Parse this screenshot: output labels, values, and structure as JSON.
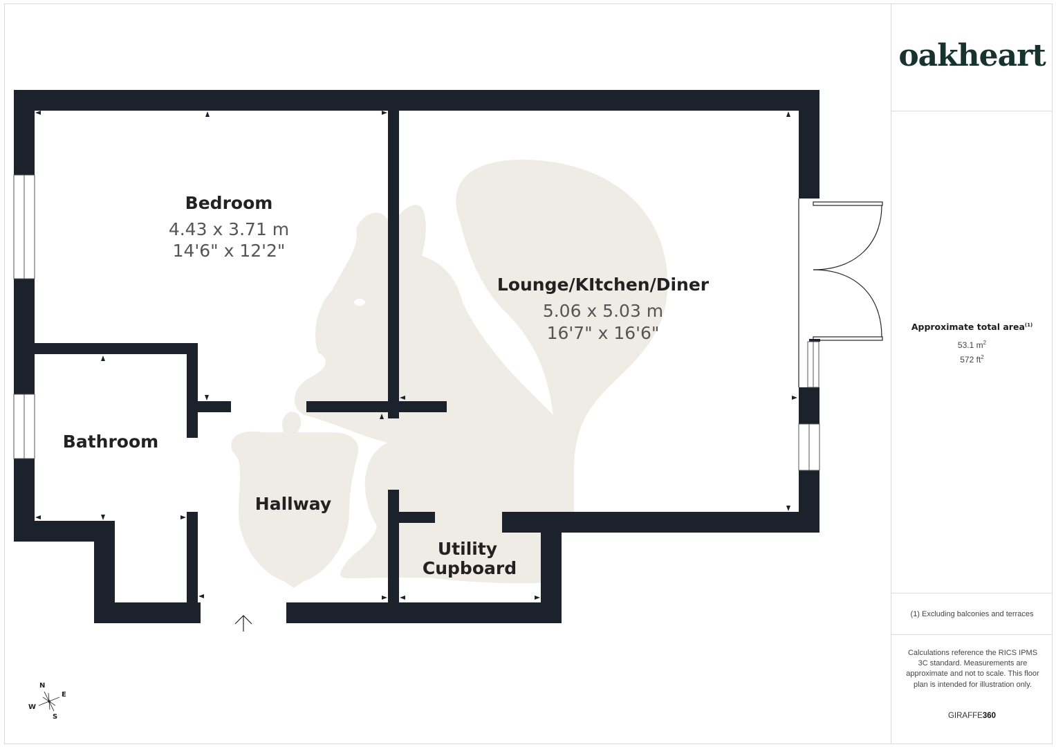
{
  "brand": {
    "logo_text": "oakheart",
    "logo_color": "#17332b"
  },
  "rooms": [
    {
      "name": "Bedroom",
      "dimensions_m": "4.43 x 3.71 m",
      "dimensions_ft": "14'6\" x 12'2\""
    },
    {
      "name": "Lounge/KItchen/Diner",
      "dimensions_m": "5.06 x 5.03 m",
      "dimensions_ft": "16'7\" x 16'6\""
    },
    {
      "name": "Bathroom"
    },
    {
      "name": "Hallway"
    },
    {
      "name_line1": "Utility",
      "name_line2": "Cupboard"
    }
  ],
  "area": {
    "title": "Approximate total area",
    "footnote_marker": "(1)",
    "sqm_value": "53.1 m",
    "sqm_sup": "2",
    "sqft_value": "572 ft",
    "sqft_sup": "2"
  },
  "footnote": "(1) Excluding balconies and terraces",
  "disclaimer": "Calculations reference the RICS IPMS 3C standard. Measurements are approximate and not to scale. This floor plan is intended for illustration only.",
  "provider": {
    "prefix": "GIRAFFE",
    "suffix": "360"
  },
  "compass": {
    "n": "N",
    "e": "E",
    "s": "S",
    "w": "W"
  },
  "colors": {
    "wall": "#1b222c",
    "watermark": "#efebe5",
    "wall_over_watermark": "#3a3a3a"
  }
}
